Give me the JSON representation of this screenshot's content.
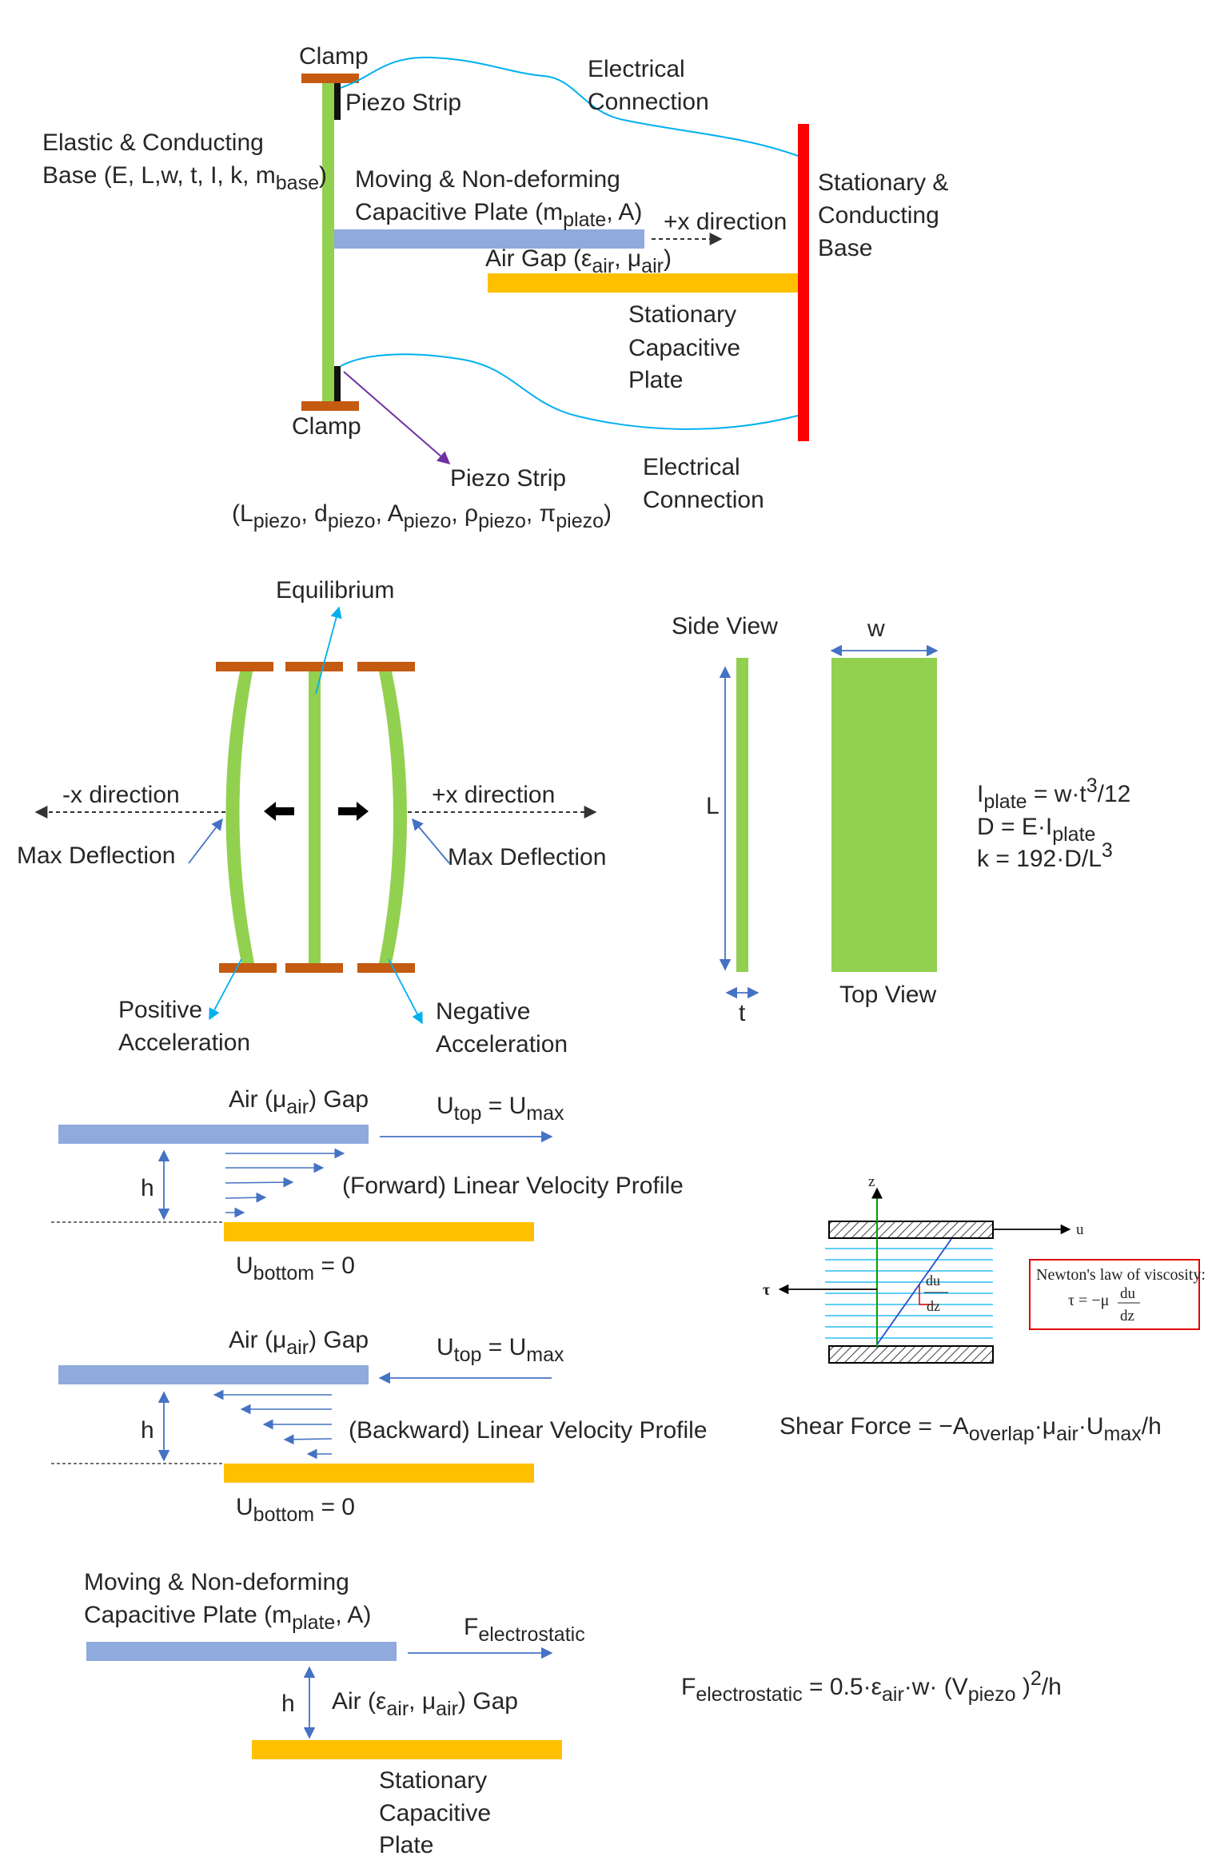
{
  "colors": {
    "clamp": "#c55a11",
    "elastic_base": "#92d050",
    "moving_plate": "#8faadc",
    "stationary_plate": "#ffc000",
    "stationary_base": "#ff0000",
    "wire": "#00b0f0",
    "arrow": "#4472c4",
    "leader": "#7030a0",
    "piezo": "#111111"
  },
  "top_section": {
    "clamp_top": "Clamp",
    "clamp_bottom": "Clamp",
    "piezo_strip_top": "Piezo Strip",
    "piezo_strip_bottom": "Piezo Strip",
    "piezo_params": {
      "open": "(L",
      "s1": "piezo",
      "t1": ", d",
      "s2": "piezo",
      "t2": ", A",
      "s3": "piezo",
      "t3": ", ρ",
      "s4": "piezo",
      "t4": ", π",
      "s5": "piezo",
      "close": ")"
    },
    "electrical_connection_top": [
      "Electrical",
      "Connection"
    ],
    "electrical_connection_bottom": [
      "Electrical",
      "Connection"
    ],
    "elastic_base": {
      "line1": "Elastic & Conducting",
      "line2": "Base (E, L,w, t, I, k, m",
      "sub": "base",
      "close": ")"
    },
    "moving_plate": {
      "line1": "Moving & Non-deforming",
      "line2": "Capacitive Plate (m",
      "sub": "plate",
      "close": ", A)"
    },
    "plus_x_direction": "+x direction",
    "air_gap": {
      "prefix": "Air Gap (ε",
      "s1": "air",
      "mid": ", μ",
      "s2": "air",
      "close": ")"
    },
    "stationary_base": [
      "Stationary &",
      "Conducting",
      "Base"
    ],
    "stationary_plate": [
      "Stationary",
      "Capacitive",
      "Plate"
    ]
  },
  "deflection_section": {
    "equilibrium": "Equilibrium",
    "minus_x_direction": "-x direction",
    "plus_x_direction": "+x direction",
    "max_deflection_left": "Max Deflection",
    "max_deflection_right": "Max Deflection",
    "positive_acceleration": [
      "Positive",
      "Acceleration"
    ],
    "negative_acceleration": [
      "Negative",
      "Acceleration"
    ],
    "side_view": "Side View",
    "top_view": "Top View",
    "length_label": "L",
    "width_label": "w",
    "thickness_label": "t",
    "eq1": {
      "a": "I",
      "s": "plate",
      "b": " = w·t",
      "sup": "3",
      "c": "/12"
    },
    "eq2": {
      "a": "D = E·I",
      "s": "plate"
    },
    "eq3": {
      "a": "k = 192·D/L",
      "sup": "3"
    }
  },
  "forward_profile": {
    "gap": {
      "a": "Air (μ",
      "s": "air",
      "b": ") Gap"
    },
    "utop": {
      "a": "U",
      "s1": "top",
      "b": " = U",
      "s2": "max"
    },
    "h": "h",
    "profile": "(Forward) Linear Velocity Profile",
    "ubottom": {
      "a": "U",
      "s": "bottom",
      "b": " = 0"
    }
  },
  "backward_profile": {
    "gap": {
      "a": "Air (μ",
      "s": "air",
      "b": ") Gap"
    },
    "utop": {
      "a": "U",
      "s1": "top",
      "b": " = U",
      "s2": "max"
    },
    "h": "h",
    "profile": "(Backward) Linear Velocity Profile",
    "ubottom": {
      "a": "U",
      "s": "bottom",
      "b": " = 0"
    }
  },
  "viscosity_inset": {
    "z": "z",
    "u": "u",
    "tau": "τ",
    "du": "du",
    "dz": "dz",
    "law_title": "Newton's law of viscosity:",
    "law_lhs": "τ = −μ",
    "law_num": "du",
    "law_den": "dz"
  },
  "shear_force": {
    "a": "Shear Force = −A",
    "s1": "overlap",
    "b": "·μ",
    "s2": "air",
    "c": "·U",
    "s3": "max",
    "d": "/h"
  },
  "electrostatic_section": {
    "moving_plate": {
      "line1": "Moving & Non-deforming",
      "line2": "Capacitive Plate (m",
      "sub": "plate",
      "close": ", A)"
    },
    "force": {
      "a": "F",
      "s": "electrostatic"
    },
    "h": "h",
    "gap": {
      "a": "Air (ε",
      "s1": "air",
      "b": ", μ",
      "s2": "air",
      "c": ") Gap"
    },
    "stationary_plate": [
      "Stationary",
      "Capacitive",
      "Plate"
    ],
    "equation": {
      "a": "F",
      "s1": "electrostatic",
      "b": " = 0.5·ε",
      "s2": "air",
      "c": "·w· (V",
      "s3": "piezo",
      "d": " )",
      "sup": "2",
      "e": "/h"
    }
  }
}
